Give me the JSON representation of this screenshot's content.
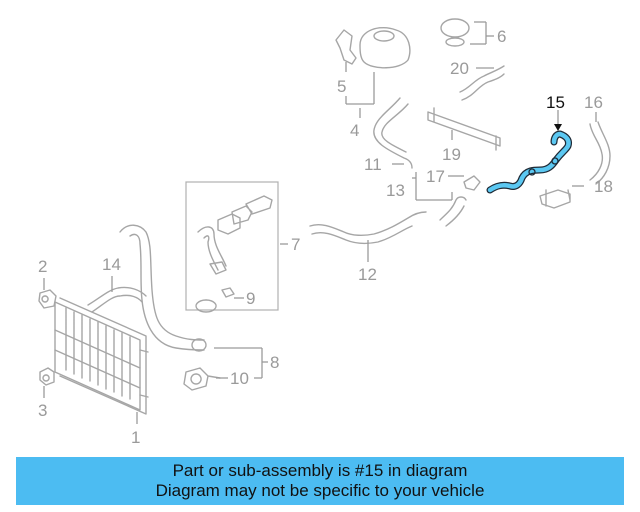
{
  "callouts": {
    "c1": "1",
    "c2": "2",
    "c3": "3",
    "c4": "4",
    "c5": "5",
    "c6": "6",
    "c7": "7",
    "c8": "8",
    "c9": "9",
    "c10": "10",
    "c11": "11",
    "c12": "12",
    "c13": "13",
    "c14": "14",
    "c15": "15",
    "c16": "16",
    "c17": "17",
    "c18": "18",
    "c19": "19",
    "c20": "20"
  },
  "highlight_color": "#5bc8f2",
  "banner": {
    "line1": "Part or sub-assembly is #15 in diagram",
    "line2": "Diagram may not be specific to your vehicle",
    "color": "#4cbcf2"
  }
}
